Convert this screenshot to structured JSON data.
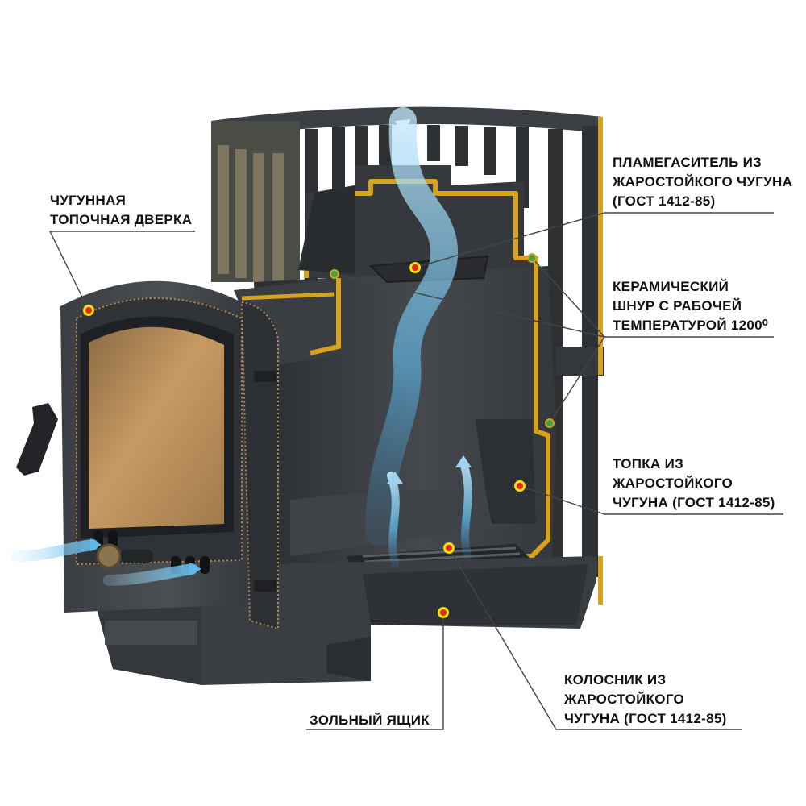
{
  "labels": {
    "door": [
      "ЧУГУННАЯ",
      "ТОПОЧНАЯ ДВЕРКА"
    ],
    "flame_damper": [
      "ПЛАМЕГАСИТЕЛЬ ИЗ",
      "ЖАРОСТОЙКОГО ЧУГУНА",
      "(ГОСТ 1412-85)"
    ],
    "ceramic_cord": [
      "КЕРАМИЧЕСКИЙ",
      "ШНУР С РАБОЧЕЙ",
      "ТЕМПЕРАТУРОЙ 1200⁰"
    ],
    "firebox": [
      "ТОПКА ИЗ",
      "ЖАРОСТОЙКОГО",
      "ЧУГУНА (ГОСТ 1412-85)"
    ],
    "grate": [
      "КОЛОСНИК ИЗ",
      "ЖАРОСТОЙКОГО",
      "ЧУГУНА (ГОСТ 1412-85)"
    ],
    "ash_box": [
      "ЗОЛЬНЫЙ ЯЩИК"
    ]
  },
  "colors": {
    "metal_dark": "#2b2e31",
    "metal_mid": "#3e4246",
    "metal_light": "#5a5f64",
    "gold_edge": "#d9a21b",
    "cord_dot": "#3aa64a",
    "marker_yellow": "#f2e400",
    "marker_red": "#e4251b",
    "flow_blue": "#5fb8e6",
    "glass": "#b98a52",
    "leader": "#444444"
  }
}
